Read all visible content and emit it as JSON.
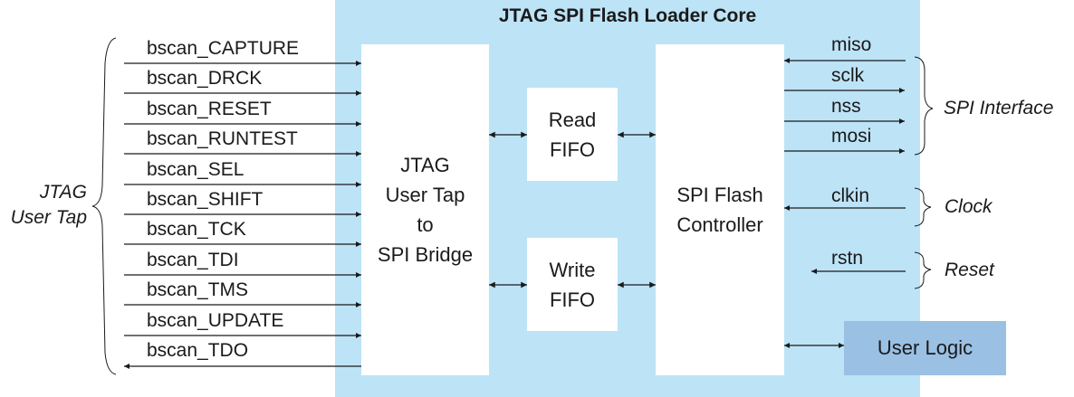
{
  "core": {
    "title": "JTAG SPI Flash Loader Core",
    "bridge_label": "JTAG\nUser Tap\nto\nSPI Bridge",
    "read_fifo_label": "Read\nFIFO",
    "write_fifo_label": "Write\nFIFO",
    "spi_controller_label": "SPI Flash\nController"
  },
  "left": {
    "group_label": "JTAG\nUser Tap",
    "signals": [
      {
        "name": "bscan_CAPTURE",
        "direction": "in"
      },
      {
        "name": "bscan_DRCK",
        "direction": "in"
      },
      {
        "name": "bscan_RESET",
        "direction": "in"
      },
      {
        "name": "bscan_RUNTEST",
        "direction": "in"
      },
      {
        "name": "bscan_SEL",
        "direction": "in"
      },
      {
        "name": "bscan_SHIFT",
        "direction": "in"
      },
      {
        "name": "bscan_TCK",
        "direction": "in"
      },
      {
        "name": "bscan_TDI",
        "direction": "in"
      },
      {
        "name": "bscan_TMS",
        "direction": "in"
      },
      {
        "name": "bscan_UPDATE",
        "direction": "in"
      },
      {
        "name": "bscan_TDO",
        "direction": "out"
      }
    ]
  },
  "right": {
    "spi_group_label": "SPI Interface",
    "spi_signals": [
      {
        "name": "miso",
        "direction": "in"
      },
      {
        "name": "sclk",
        "direction": "out"
      },
      {
        "name": "nss",
        "direction": "out"
      },
      {
        "name": "mosi",
        "direction": "out"
      }
    ],
    "clock_group_label": "Clock",
    "clock_signal": {
      "name": "clkin",
      "direction": "in"
    },
    "reset_group_label": "Reset",
    "reset_signal": {
      "name": "rstn",
      "direction": "in"
    },
    "user_logic_label": "User Logic"
  },
  "colors": {
    "core_bg": "#bde3f7",
    "user_logic_bg": "#9ac0e4",
    "block_bg": "#ffffff",
    "line": "#1a1a1a"
  }
}
